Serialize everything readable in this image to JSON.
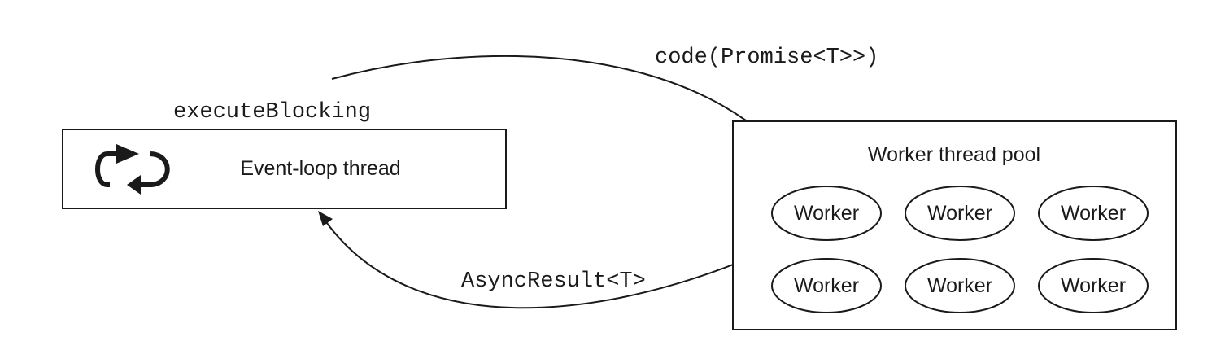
{
  "labels": {
    "execute_blocking": "executeBlocking",
    "code_promise": "code(Promise<T>>)",
    "async_result": "AsyncResult<T>"
  },
  "event_loop": {
    "label": "Event-loop thread",
    "icon": "loop-arrows-icon"
  },
  "worker_pool": {
    "title": "Worker thread pool",
    "workers": [
      "Worker",
      "Worker",
      "Worker",
      "Worker",
      "Worker",
      "Worker"
    ]
  },
  "colors": {
    "stroke": "#1a1a1a",
    "background": "#ffffff"
  }
}
